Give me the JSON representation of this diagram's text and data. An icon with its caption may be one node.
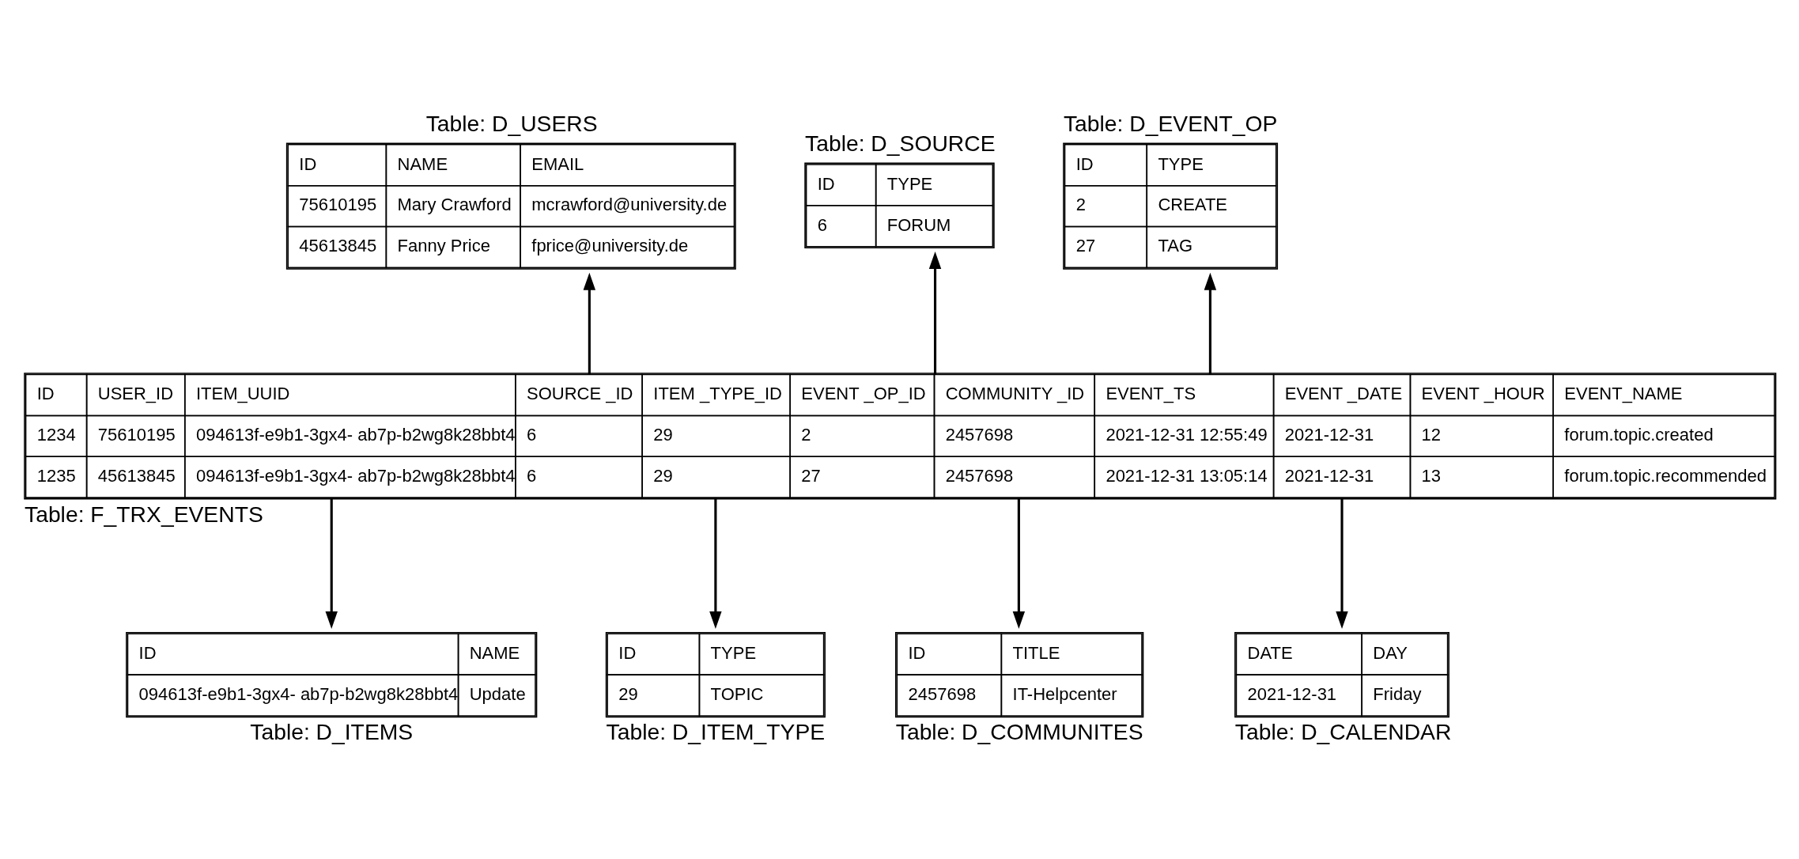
{
  "diagram": {
    "nodes": [
      {
        "text": [
          "Table: D_USERS",
          "ID",
          "NAME",
          "EMAIL",
          "75610195",
          "Mary Crawford",
          "mcrawford@university.de",
          "45613845",
          "Fanny Price",
          "fprice@university.de"
        ]
      },
      {
        "text": [
          "Table: D_SOURCE",
          "ID",
          "TYPE",
          "6",
          "FORUM"
        ]
      },
      {
        "text": [
          "Table: D_EVENT_OP",
          "ID",
          "TYPE",
          "2",
          "CREATE",
          "27",
          "TAG"
        ]
      },
      {
        "text": [
          "ID",
          "USER_ID",
          "ITEM_UUID",
          "SOURCE _ID",
          "ITEM _TYPE_ID",
          "EVENT _OP_ID",
          "COMMUNITY _ID",
          "EVENT_TS",
          "EVENT _DATE",
          "EVENT _HOUR",
          "EVENT_NAME",
          "1234",
          "75610195",
          "094613f-e9b1-3gx4- ab7p-b2wg8k28bbt4",
          "6",
          "29",
          "2",
          "2457698",
          "2021-12-31 12:55:49",
          "2021-12-31",
          "12",
          "forum.topic.created",
          "1235",
          "45613845",
          "094613f-e9b1-3gx4- ab7p-b2wg8k28bbt4",
          "6",
          "29",
          "27",
          "2457698",
          "2021-12-31 13:05:14",
          "2021-12-31",
          "13",
          "forum.topic.recommended",
          "Table: F_TRX_EVENTS"
        ]
      },
      {
        "text": [
          "ID",
          "NAME",
          "094613f-e9b1-3gx4- ab7p-b2wg8k28bbt4",
          "Update",
          "Table: D_ITEMS"
        ]
      },
      {
        "text": [
          "ID",
          "TYPE",
          "29",
          "TOPIC",
          "Table: D_ITEM_TYPE"
        ]
      },
      {
        "text": [
          "ID",
          "TITLE",
          "2457698",
          "IT-Helpcenter",
          "Table: D_COMMUNITES"
        ]
      },
      {
        "text": [
          "DATE",
          "DAY",
          "2021-12-31",
          "Friday",
          "Table: D_CALENDAR"
        ]
      }
    ],
    "edges": [
      {
        "from": 3,
        "to": 0,
        "arrow": "to"
      },
      {
        "from": 3,
        "to": 1,
        "arrow": "to"
      },
      {
        "from": 3,
        "to": 2,
        "arrow": "to"
      },
      {
        "from": 3,
        "to": 4,
        "arrow": "to"
      },
      {
        "from": 3,
        "to": 5,
        "arrow": "to"
      },
      {
        "from": 3,
        "to": 6,
        "arrow": "to"
      },
      {
        "from": 3,
        "to": 7,
        "arrow": "to"
      }
    ]
  }
}
